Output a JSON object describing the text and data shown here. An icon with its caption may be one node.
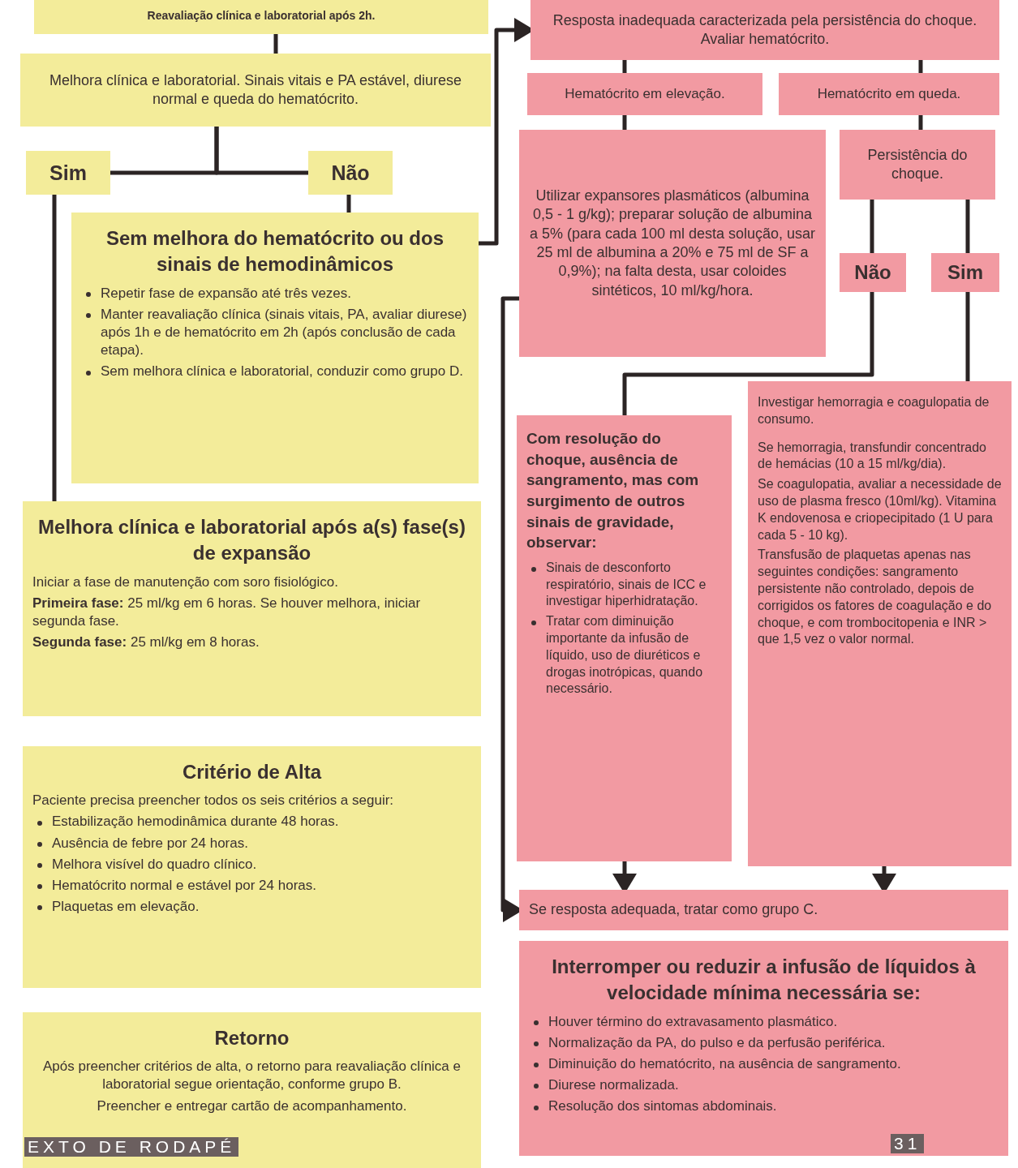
{
  "diagram": {
    "nodes": [
      {
        "text": [
          "Reavaliação clínica e laboratorial após 2h."
        ]
      },
      {
        "text": [
          "Melhora clínica e laboratorial. Sinais vitais e PA estável, diurese normal e queda do hematócrito."
        ]
      },
      {
        "text": [
          "Sim"
        ]
      },
      {
        "text": [
          "Não"
        ]
      },
      {
        "text": [
          "Sem melhora do hematócrito ou dos sinais de hemodinâmicos",
          "Repetir fase de expansão até três vezes.",
          "Manter reavaliação clínica (sinais vitais, PA, avaliar diurese) após 1h e de hematócrito em 2h (após conclusão de cada etapa).",
          "Sem melhora clínica e laboratorial, conduzir como grupo D."
        ]
      },
      {
        "text": [
          "Melhora clínica e laboratorial após a(s) fase(s) de expansão",
          "Iniciar a fase de manutenção com soro fisiológico.",
          "**Primeira fase:** 25 ml/kg em 6 horas. Se houver melhora, iniciar segunda fase.",
          "**Segunda fase:** 25 ml/kg em 8 horas."
        ]
      },
      {
        "text": [
          "Critério de Alta",
          "Paciente precisa preencher todos os seis critérios a seguir:",
          "Estabilização hemodinâmica durante 48 horas.",
          "Ausência de febre por 24 horas.",
          "Melhora visível do quadro clínico.",
          "Hematócrito normal e estável por 24 horas.",
          "Plaquetas em elevação."
        ]
      },
      {
        "text": [
          "Retorno",
          "Após preencher critérios de alta, o retorno para reavaliação clínica e laboratorial segue orientação, conforme grupo B.",
          "Preencher e entregar cartão de acompanhamento."
        ]
      },
      {
        "text": [
          "Resposta inadequada caracterizada pela persistência do choque. Avaliar hematócrito."
        ]
      },
      {
        "text": [
          "Hematócrito em elevação."
        ]
      },
      {
        "text": [
          "Hematócrito em queda."
        ]
      },
      {
        "text": [
          "Utilizar expansores plasmáticos (albumina 0,5 - 1 g/kg); preparar solução de albumina a 5% (para cada 100 ml desta solução, usar 25 ml de albumina a 20% e 75 ml de SF a 0,9%); na falta desta, usar coloides sintéticos, 10 ml/kg/hora."
        ]
      },
      {
        "text": [
          "Persistência do choque."
        ]
      },
      {
        "text": [
          "Não"
        ]
      },
      {
        "text": [
          "Sim"
        ]
      },
      {
        "text": [
          "Com resolução do choque, ausência de sangramento, mas com surgimento de outros sinais de gravidade, observar:",
          "Sinais de desconforto respiratório, sinais de ICC e investigar hiperhidratação.",
          "Tratar com diminuição importante da infusão de líquido, uso de diuréticos e drogas inotrópicas, quando necessário."
        ]
      },
      {
        "text": [
          "Investigar hemorragia e coagulopatia de consumo.",
          "Se hemorragia, transfundir concentrado de hemácias (10 a 15 ml/kg/dia).",
          "Se coagulopatia, avaliar a necessidade de uso de plasma fresco (10ml/kg). Vitamina K endovenosa e criopecipitado (1 U para cada 5 - 10 kg).",
          "Transfusão de plaquetas apenas nas seguintes condições: sangramento persistente não controlado, depois de corrigidos os fatores de coagulação e do choque, e com trombocitopenia e INR > que 1,5 vez o valor normal."
        ]
      },
      {
        "text": [
          "Se resposta adequada, tratar como grupo C."
        ]
      },
      {
        "text": [
          "Interromper ou reduzir a infusão de líquidos à velocidade mínima necessária se:",
          "Houver término do extravasamento plasmático.",
          "Normalização da PA, do pulso e da perfusão periférica.",
          "Diminuição do hematócrito, na ausência de sangramento.",
          "Diurese normalizada.",
          "Resolução dos sintomas abdominais."
        ]
      }
    ],
    "edges": [
      {
        "from": 0,
        "to": 1,
        "arrow": "none"
      },
      {
        "from": 1,
        "to": 2,
        "arrow": "none"
      },
      {
        "from": 1,
        "to": 3,
        "arrow": "none"
      },
      {
        "from": 2,
        "to": 5,
        "arrow": "none"
      },
      {
        "from": 3,
        "to": 4,
        "arrow": "none"
      },
      {
        "from": 4,
        "to": 8,
        "arrow": "to"
      },
      {
        "from": 8,
        "to": 9,
        "arrow": "none"
      },
      {
        "from": 8,
        "to": 10,
        "arrow": "none"
      },
      {
        "from": 9,
        "to": 11,
        "arrow": "none"
      },
      {
        "from": 10,
        "to": 12,
        "arrow": "none"
      },
      {
        "from": 12,
        "to": 13,
        "arrow": "none"
      },
      {
        "from": 12,
        "to": 14,
        "arrow": "none"
      },
      {
        "from": 13,
        "to": 15,
        "arrow": "none"
      },
      {
        "from": 14,
        "to": 16,
        "arrow": "none"
      },
      {
        "from": 15,
        "to": 17,
        "arrow": "to"
      },
      {
        "from": 16,
        "to": 17,
        "arrow": "to"
      },
      {
        "from": 11,
        "to": 17,
        "arrow": "to"
      }
    ],
    "labels": [
      "EXTO DE RODAPÉ",
      "31"
    ]
  }
}
